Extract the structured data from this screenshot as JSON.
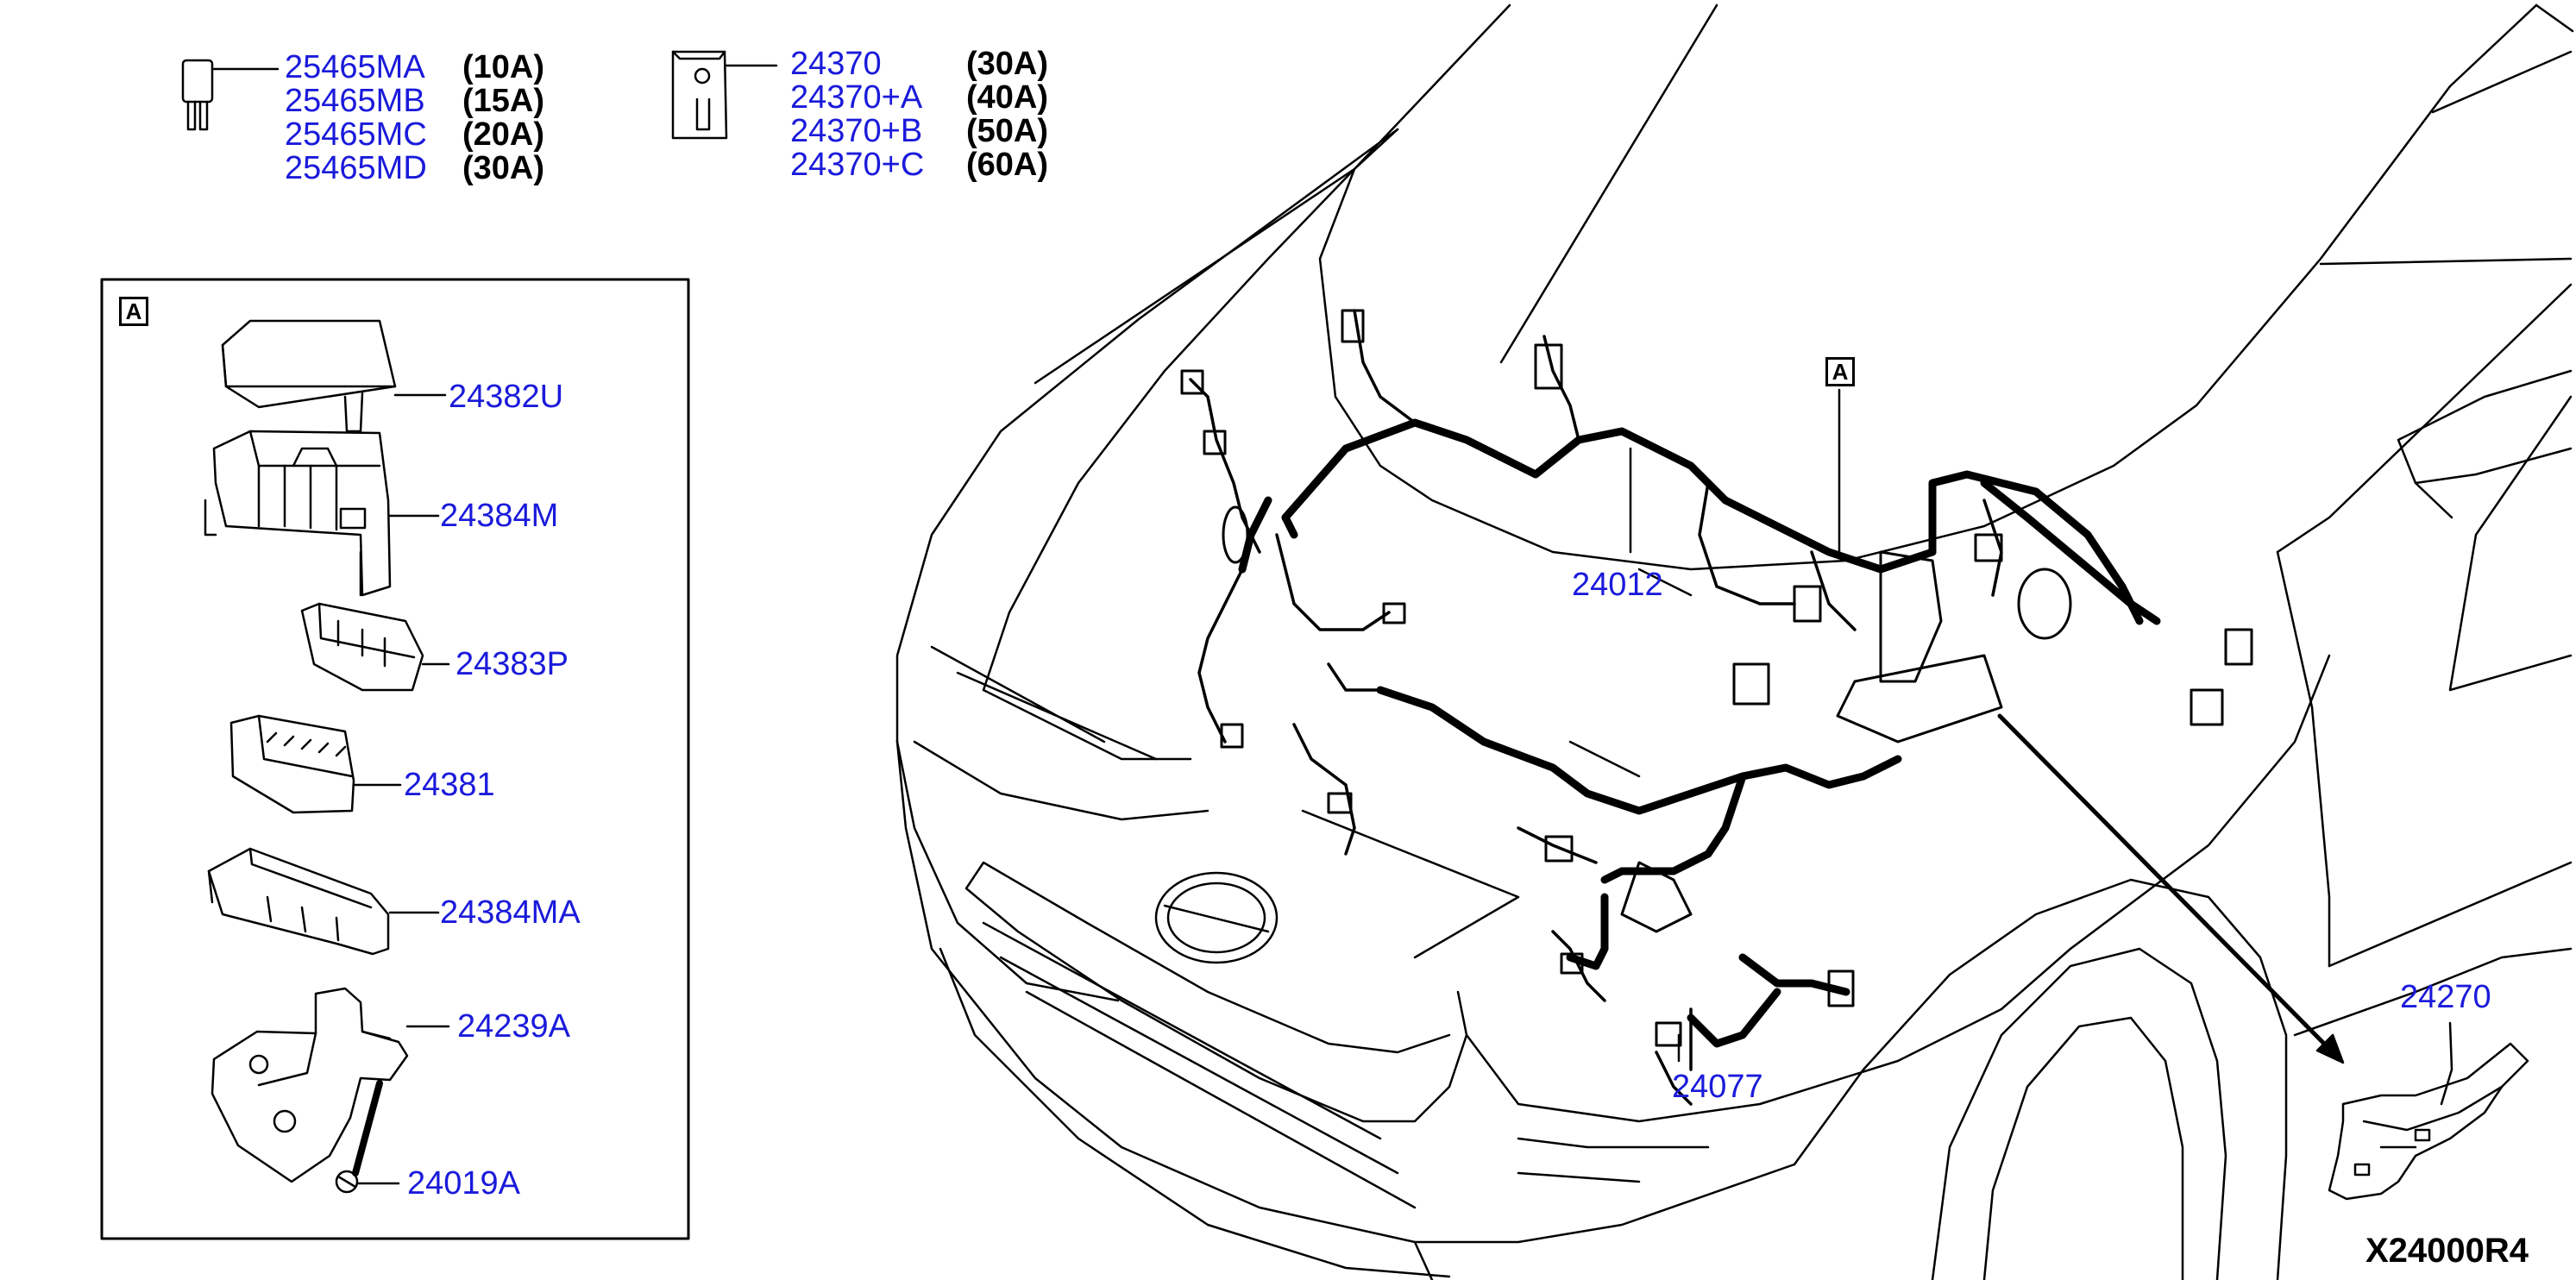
{
  "colors": {
    "label": "#1a1adb",
    "line": "#000000",
    "background": "#ffffff"
  },
  "fuse_legend_mini": [
    {
      "part": "25465MA",
      "rating": "(10A)"
    },
    {
      "part": "25465MB",
      "rating": "(15A)"
    },
    {
      "part": "25465MC",
      "rating": "(20A)"
    },
    {
      "part": "25465MD",
      "rating": "(30A)"
    }
  ],
  "fuse_legend_block": [
    {
      "part": "24370",
      "rating": "(30A)"
    },
    {
      "part": "24370+A",
      "rating": "(40A)"
    },
    {
      "part": "24370+B",
      "rating": "(50A)"
    },
    {
      "part": "24370+C",
      "rating": "(60A)"
    }
  ],
  "detail_box": {
    "marker": "A",
    "parts": [
      "24382U",
      "24384M",
      "24383P",
      "24381",
      "24384MA",
      "24239A",
      "24019A"
    ]
  },
  "main_callouts": {
    "marker": "A",
    "harness_main": "24012",
    "harness_sub": "24077",
    "bracket": "24270"
  },
  "diagram_code": "X24000R4"
}
